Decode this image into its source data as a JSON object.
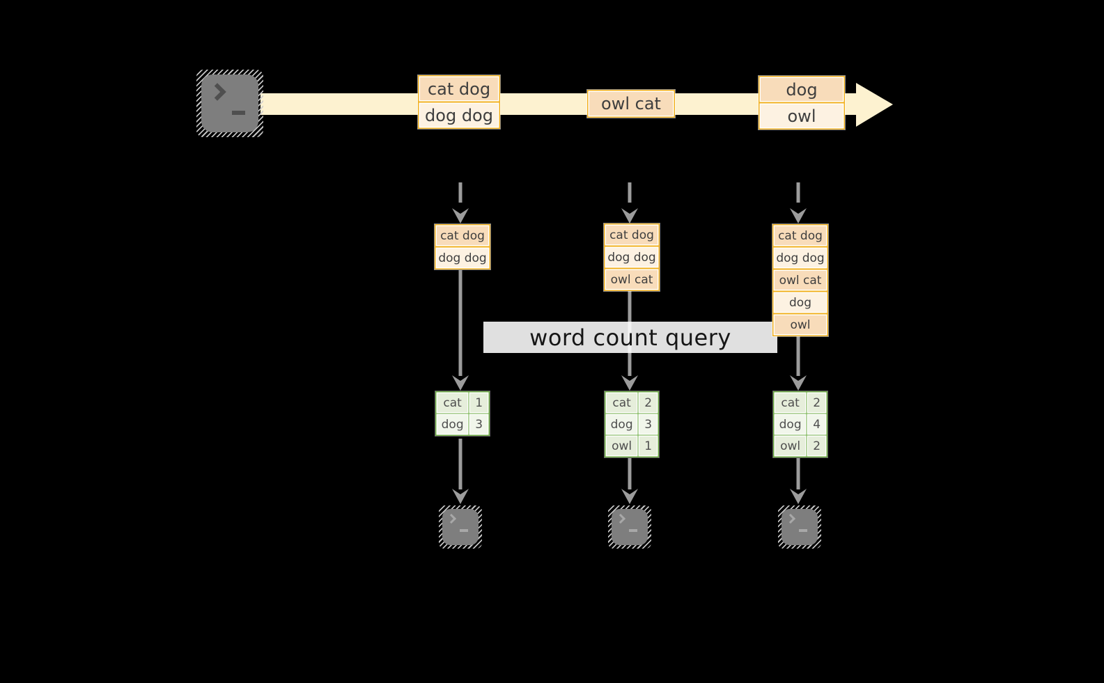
{
  "query": {
    "label": "word count query"
  },
  "stream": {
    "events": [
      {
        "lines": [
          "cat dog",
          "dog dog"
        ]
      },
      {
        "lines": [
          "owl cat"
        ]
      },
      {
        "lines": [
          "dog",
          "owl"
        ]
      }
    ]
  },
  "columns": [
    {
      "input": [
        "cat dog",
        "dog dog"
      ],
      "counts": [
        {
          "word": "cat",
          "count": "1"
        },
        {
          "word": "dog",
          "count": "3"
        }
      ]
    },
    {
      "input": [
        "cat dog",
        "dog dog",
        "owl cat"
      ],
      "counts": [
        {
          "word": "cat",
          "count": "2"
        },
        {
          "word": "dog",
          "count": "3"
        },
        {
          "word": "owl",
          "count": "1"
        }
      ]
    },
    {
      "input": [
        "cat dog",
        "dog dog",
        "owl cat",
        "dog",
        "owl"
      ],
      "counts": [
        {
          "word": "cat",
          "count": "2"
        },
        {
          "word": "dog",
          "count": "4"
        },
        {
          "word": "owl",
          "count": "2"
        }
      ]
    }
  ],
  "icons": {
    "source": "terminal-icon",
    "sinks": [
      "terminal-icon",
      "terminal-icon",
      "terminal-icon"
    ]
  },
  "colors": {
    "background": "#000000",
    "stream_band": "#fdf2d0",
    "amber_border": "#f2b01e",
    "peach_dark": "#f8dcba",
    "peach_light": "#fdf2e2",
    "green_border": "#6fae44",
    "green_cell_dark": "#e6eedb",
    "green_cell_light": "#f1f6eb",
    "arrow_gray": "#9c9c9c",
    "icon_gray": "#7e7e7e"
  }
}
